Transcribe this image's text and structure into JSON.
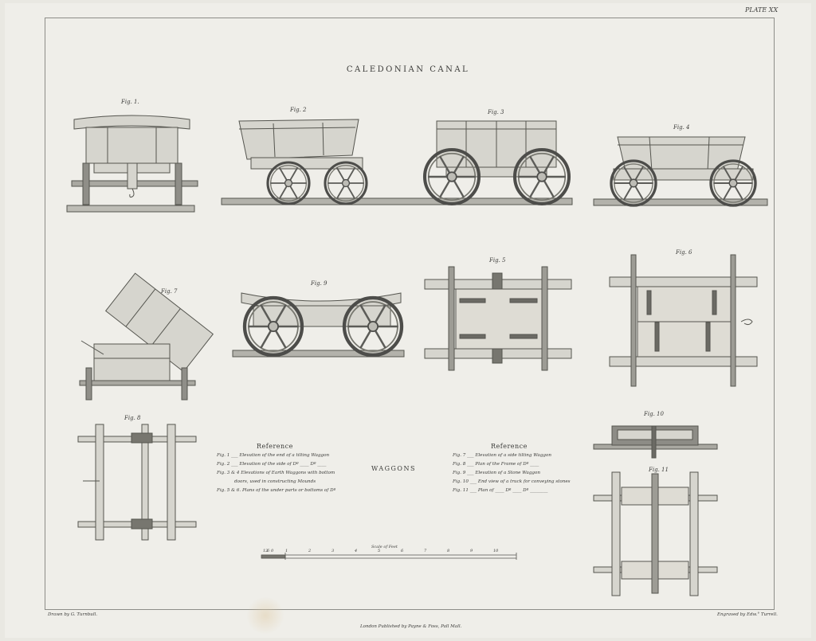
{
  "plate_number": "PLATE XX",
  "title": "CALEDONIAN CANAL",
  "center_label": "WAGGONS",
  "figure_labels": {
    "fig1": "Fig. 1.",
    "fig2": "Fig. 2",
    "fig3": "Fig. 3",
    "fig4": "Fig. 4",
    "fig5": "Fig. 5",
    "fig6": "Fig. 6",
    "fig7": "Fig. 7",
    "fig8": "Fig. 8",
    "fig9": "Fig. 9",
    "fig10": "Fig. 10",
    "fig11": "Fig. 11"
  },
  "reference_left": {
    "heading": "Reference",
    "items": [
      "Fig. 1 ___ Elevation of the end of a tilting Waggon",
      "Fig. 2 ___ Elevation of the side of  Dº  ____  Dº ____",
      "Fig. 3 & 4  Elevations of Earth Waggons with bottom",
      "doors, used in constructing Mounds",
      "Fig. 5 & 6.  Plans of the under parts or bottoms of Dº"
    ]
  },
  "reference_right": {
    "heading": "Reference",
    "items": [
      "Fig. 7 ___ Elevation of a side tilting Waggon",
      "Fig. 8 ___ Plan of the Frame of Dº ____",
      "Fig. 9 ___ Elevation of a Stone Waggon",
      "Fig. 10 ___ End view of a truck for conveying stones",
      "Fig. 11 ___ Plan of ____ Dº ____ Dº ________"
    ]
  },
  "scale": {
    "title": "Scale of Feet",
    "labels": [
      "12",
      "6",
      "0",
      "1",
      "2",
      "3",
      "4",
      "5",
      "6",
      "7",
      "8",
      "9",
      "10"
    ]
  },
  "footer": {
    "drawn_by": "Drawn by G. Turnbull.",
    "published": "London Published by Payne & Foss, Pall Mall.",
    "engraved_by": "Engraved by Edw.° Turrell."
  }
}
